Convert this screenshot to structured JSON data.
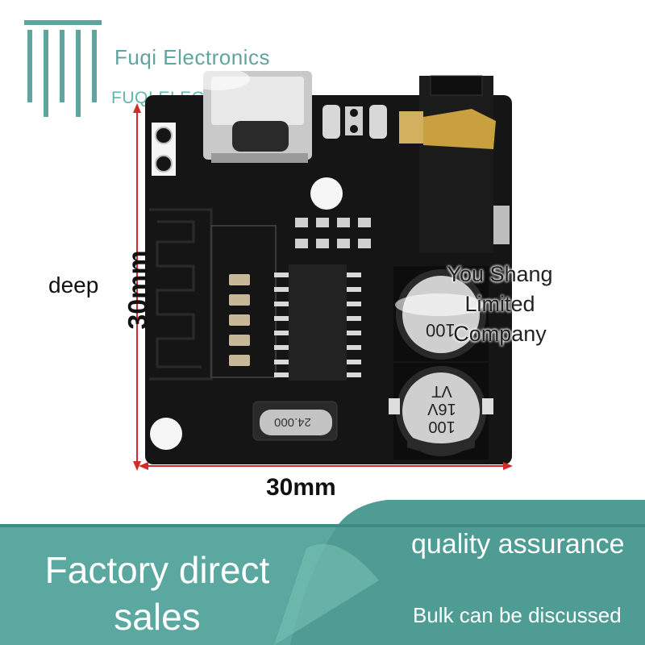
{
  "brand": {
    "logo_icon": "logo-icon",
    "name": "Fuqi Electronics",
    "sub": "FUQI ELECTRONICS"
  },
  "product": {
    "dimension_vertical": "30mm",
    "dimension_horizontal": "30mm",
    "side_label": "deep",
    "company_line1": "You Shang Limited",
    "company_line2": "Company",
    "crystal_label": "24.000",
    "cap_upper_label": "100",
    "cap_lower_line1": "VT",
    "cap_lower_line2": "16V",
    "cap_lower_line3": "100"
  },
  "banner": {
    "left_text_line1": "Factory direct",
    "left_text_line2": "sales",
    "quality": "quality assurance",
    "bulk": "Bulk can be discussed"
  },
  "colors": {
    "teal": "#5fa49d",
    "banner_teal": "#4f9c94",
    "banner_light": "#7cc2b7",
    "board_black": "#151515",
    "dimension_red": "#d32a2a"
  }
}
